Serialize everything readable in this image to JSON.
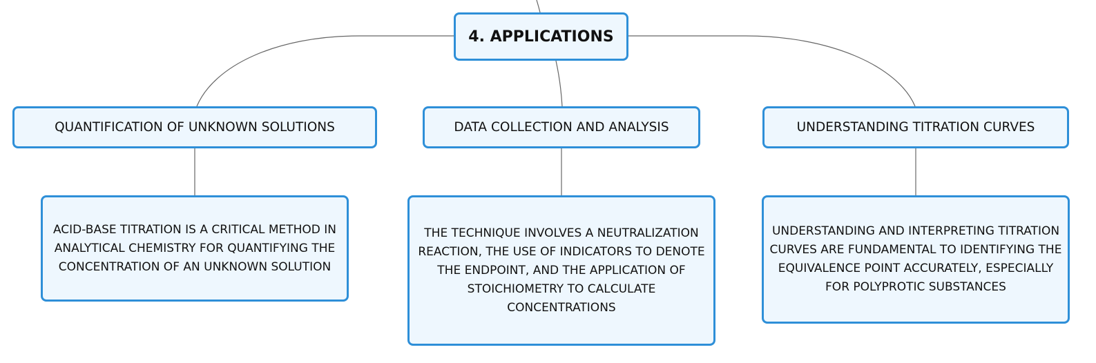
{
  "diagram": {
    "root": {
      "label": "4. APPLICATIONS"
    },
    "branches": [
      {
        "label": "QUANTIFICATION OF UNKNOWN SOLUTIONS",
        "detail": "ACID-BASE TITRATION IS A CRITICAL METHOD IN ANALYTICAL CHEMISTRY FOR QUANTIFYING THE CONCENTRATION OF AN UNKNOWN SOLUTION"
      },
      {
        "label": "DATA COLLECTION AND ANALYSIS",
        "detail": "THE TECHNIQUE INVOLVES A NEUTRALIZATION REACTION, THE USE OF INDICATORS TO DENOTE THE ENDPOINT, AND THE APPLICATION OF STOICHIOMETRY TO CALCULATE CONCENTRATIONS"
      },
      {
        "label": "UNDERSTANDING TITRATION CURVES",
        "detail": "UNDERSTANDING AND INTERPRETING TITRATION CURVES ARE FUNDAMENTAL TO IDENTIFYING THE EQUIVALENCE POINT ACCURATELY, ESPECIALLY FOR POLYPROTIC SUBSTANCES"
      }
    ],
    "colors": {
      "node_border": "#2e8fd8",
      "node_fill": "#eef7fe",
      "connector": "#666666"
    }
  }
}
